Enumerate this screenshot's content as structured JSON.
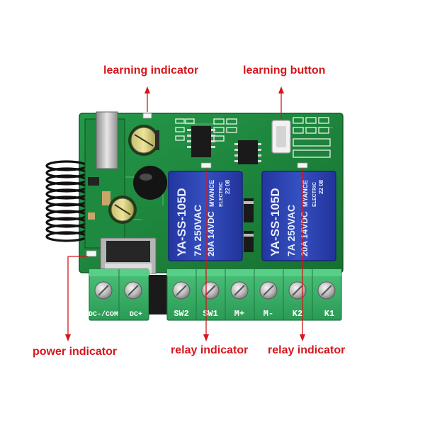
{
  "callouts": {
    "learning_indicator": "learning indicator",
    "learning_button": "learning button",
    "power_indicator": "power indicator",
    "relay_indicator_left": "relay indicator",
    "relay_indicator_right": "relay indicator"
  },
  "terminals": [
    "DC-/COM",
    "DC+",
    "SW2",
    "SW1",
    "M+",
    "M-",
    "K2",
    "K1"
  ],
  "relays": [
    {
      "rating_a": "7A  250VAC",
      "rating_b": "20A  14VDC",
      "model": "YA-SS-105D",
      "brand": "MYANCE",
      "sub": "ELECTRIC",
      "code": "22 08"
    },
    {
      "rating_a": "7A  250VAC",
      "rating_b": "20A  14VDC",
      "model": "YA-SS-105D",
      "brand": "MYANCE",
      "sub": "ELECTRIC",
      "code": "22 08"
    }
  ],
  "colors": {
    "accent": "#d5161c",
    "pcb": "#1f8a3c",
    "terminal": "#3cb06a",
    "relay": "#2b3fa0"
  }
}
